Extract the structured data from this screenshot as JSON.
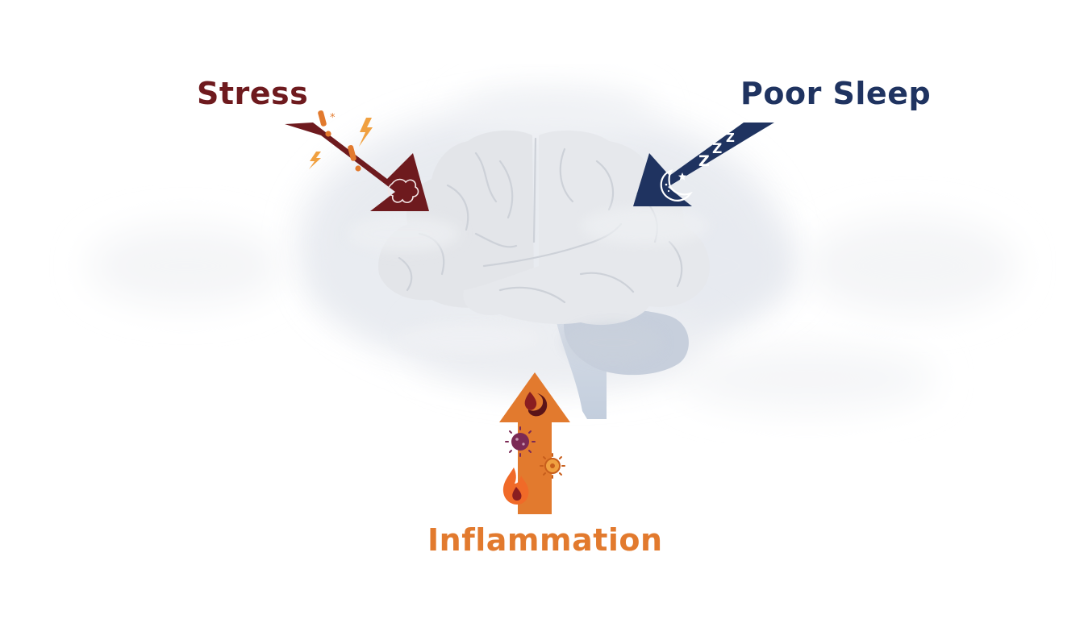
{
  "labels": {
    "stress": "Stress",
    "poor_sleep": "Poor Sleep",
    "inflammation": "Inflammation"
  },
  "colors": {
    "stress": "#6e1a1e",
    "poor_sleep": "#1f3360",
    "inflammation": "#e27a2e",
    "brain": "#e4e6ea",
    "brain_stem": "#c9d3e2",
    "fog": "#dfe3ea"
  },
  "icons": {
    "stress_arrow": [
      "exclamation-icon",
      "lightning-icon",
      "stress-burst-icon"
    ],
    "sleep_arrow": [
      "zzz-icon",
      "moon-icon",
      "star-icon"
    ],
    "inflammation_arrow": [
      "blood-drop-icon",
      "virus-icon",
      "bacteria-icon",
      "flame-icon"
    ]
  }
}
